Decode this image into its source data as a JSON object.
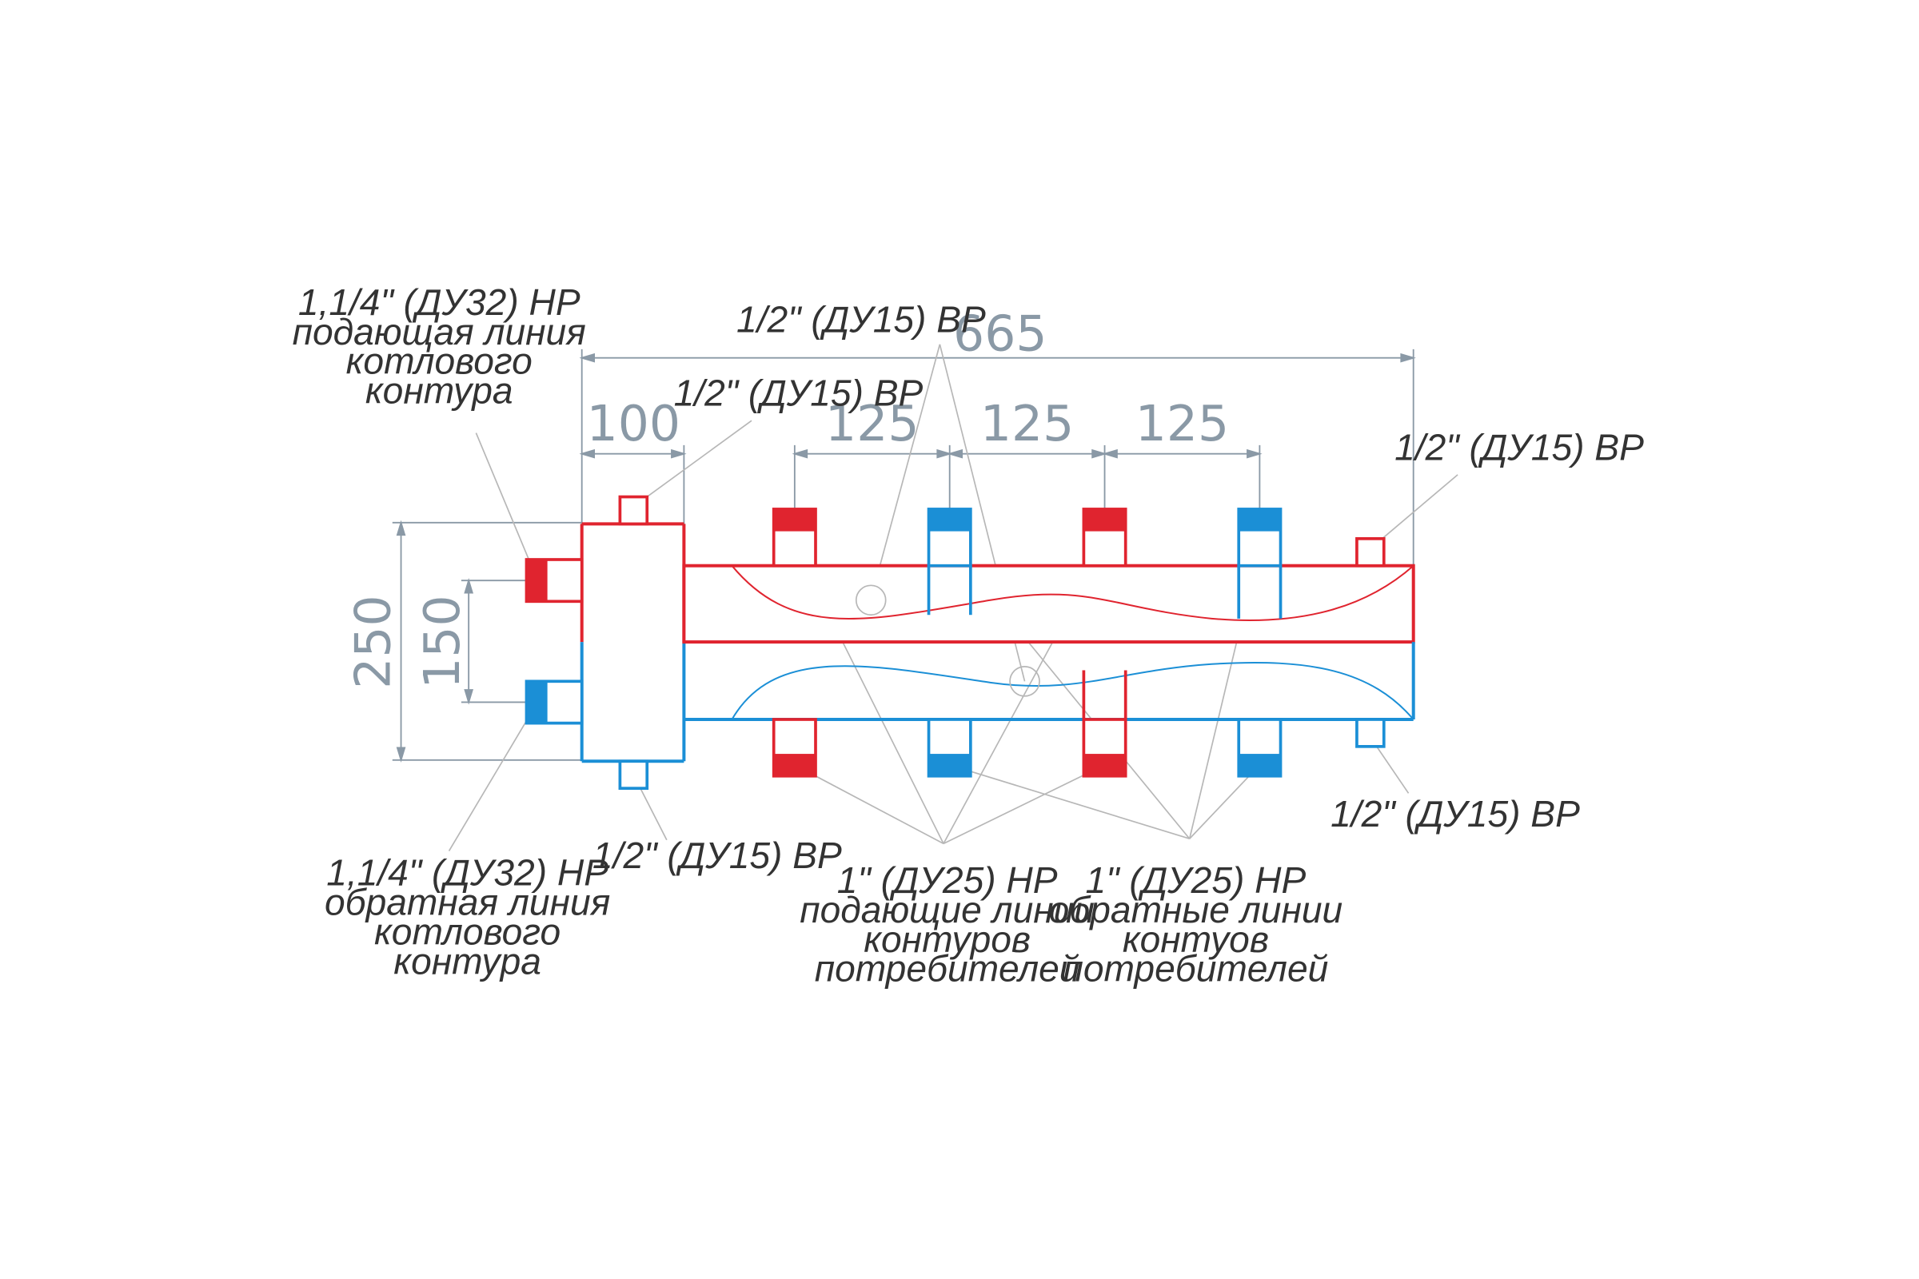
{
  "colors": {
    "supply": "#e0242f",
    "return": "#1b8fd6",
    "dimension": "#8a99a6",
    "leader": "#b7b7b7",
    "text": "#333333"
  },
  "dimensions": {
    "overall_length": "665",
    "separator_width": "100",
    "pitch_1": "125",
    "pitch_2": "125",
    "pitch_3": "125",
    "height": "250",
    "inlet_spacing": "150"
  },
  "callouts": {
    "boiler_supply": [
      "1,1/4\" (ДУ32) НР",
      "подающая линия",
      "котлового",
      "контура"
    ],
    "boiler_return": [
      "1,1/4\" (ДУ32) НР",
      "обратная линия",
      "котлового",
      "контура"
    ],
    "top_center_port": [
      "1/2\" (ДУ15) ВР"
    ],
    "separator_top_port": [
      "1/2\" (ДУ15) ВР"
    ],
    "right_top_port": [
      "1/2\" (ДУ15) ВР"
    ],
    "right_bottom_port": [
      "1/2\" (ДУ15) ВР"
    ],
    "separator_bottom_port": [
      "1/2\" (ДУ15) ВР"
    ],
    "consumer_supply": [
      "1\" (ДУ25) НР",
      "подающие линии",
      "контуров",
      "потребителей"
    ],
    "consumer_return": [
      "1\" (ДУ25) НР",
      "обратные линии",
      "контуов",
      "потребителей"
    ]
  }
}
